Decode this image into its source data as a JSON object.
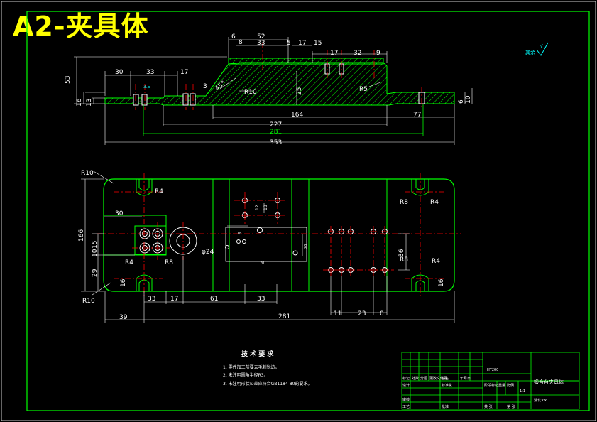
{
  "title": "A2-夹具体",
  "colors": {
    "background": "#000000",
    "outline": "#00ff00",
    "dimension": "#ffffff",
    "center": "#ff0000",
    "hatch": "#00ff00",
    "title": "#ffff00",
    "label": "#00ffff"
  },
  "roughness": {
    "label": "其余",
    "symbol_icon": "surface-roughness-icon"
  },
  "front_view": {
    "dims": {
      "d6": "6",
      "d52": "52",
      "d8": "8",
      "d33a": "33",
      "d5": "5",
      "d17a": "17",
      "d15": "15",
      "d17b": "17",
      "d32": "32",
      "d9": "9",
      "d53": "53",
      "d30": "30",
      "d33b": "33",
      "d17c": "17",
      "d16": "16",
      "d13": "13",
      "d3": "3",
      "d25": "25",
      "dR10": "R10",
      "dR5": "R5",
      "d164": "164",
      "d227": "227",
      "d281": "281",
      "d353": "353",
      "d77": "77",
      "d6r": "6",
      "d10r": "10",
      "d45": "45°",
      "d35": "3.5"
    }
  },
  "top_view": {
    "dims": {
      "R10a": "R10",
      "R4a": "R4",
      "R8a": "R8",
      "R4b": "R4",
      "d30": "30",
      "d166": "166",
      "d15": "15",
      "d10": "10",
      "d29": "29",
      "R4c": "R4",
      "R8b": "R8",
      "R8c": "R8",
      "R4d": "R4",
      "R10b": "R10",
      "d16a": "16",
      "d16b": "16",
      "d24": "φ24",
      "d36": "36",
      "d39": "39",
      "d33a": "33",
      "d17": "17",
      "d61": "61",
      "d33b": "33",
      "d281": "281",
      "d11": "11",
      "d23": "23",
      "d0": "0",
      "d18": "18",
      "d12": "12",
      "d70": "70",
      "d16l": "16",
      "d20": "20"
    }
  },
  "tech_req": {
    "heading": "技 术 要 求",
    "items": [
      "1. 零件加工前要去毛刺锐边。",
      "2. 未注明圆角半径R3。",
      "3. 未注明形状公差应符合GB1184-80的要求。"
    ]
  },
  "title_block": {
    "material": "HT200",
    "part_name": "锻合台夹具体",
    "scale": "1:1",
    "labels": [
      "标记",
      "处数",
      "分区",
      "更改文件号",
      "签名",
      "年月日",
      "设计",
      "标准化",
      "阶段标记",
      "重量",
      "比例",
      "审核",
      "工艺",
      "批准",
      "共 张",
      "第 张"
    ],
    "school": "湖北××"
  }
}
